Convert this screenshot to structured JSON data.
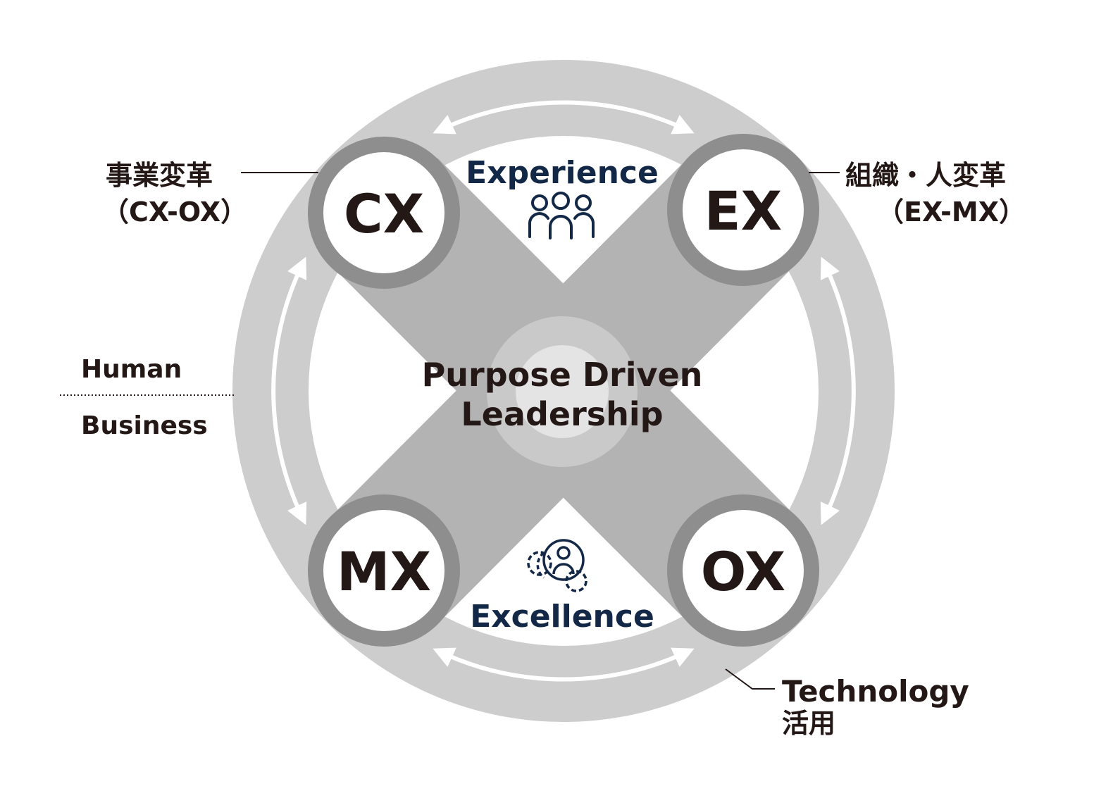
{
  "colors": {
    "outer_ring": "#cdcdcd",
    "x_band": "#b3b3b3",
    "node_ring": "#8e8e8e",
    "center_outer": "#c9c9c9",
    "center_inner": "#e4e4e4",
    "text_dark": "#231815",
    "text_navy": "#132747"
  },
  "nodes": {
    "cx": "CX",
    "ex": "EX",
    "mx": "MX",
    "ox": "OX"
  },
  "center": {
    "line1": "Purpose Driven",
    "line2": "Leadership"
  },
  "experience": {
    "label": "Experience",
    "icon": "people-group-icon"
  },
  "excellence": {
    "label": "Excellence",
    "icon": "gears-person-icon"
  },
  "labels": {
    "business_transform": {
      "line1": "事業変革",
      "line2": "（CX-OX）"
    },
    "org_transform": {
      "line1": "組織・人変革",
      "line2": "（EX-MX）"
    },
    "human": "Human",
    "business": "Business",
    "technology": {
      "line1": "Technology",
      "line2": "活用"
    }
  }
}
